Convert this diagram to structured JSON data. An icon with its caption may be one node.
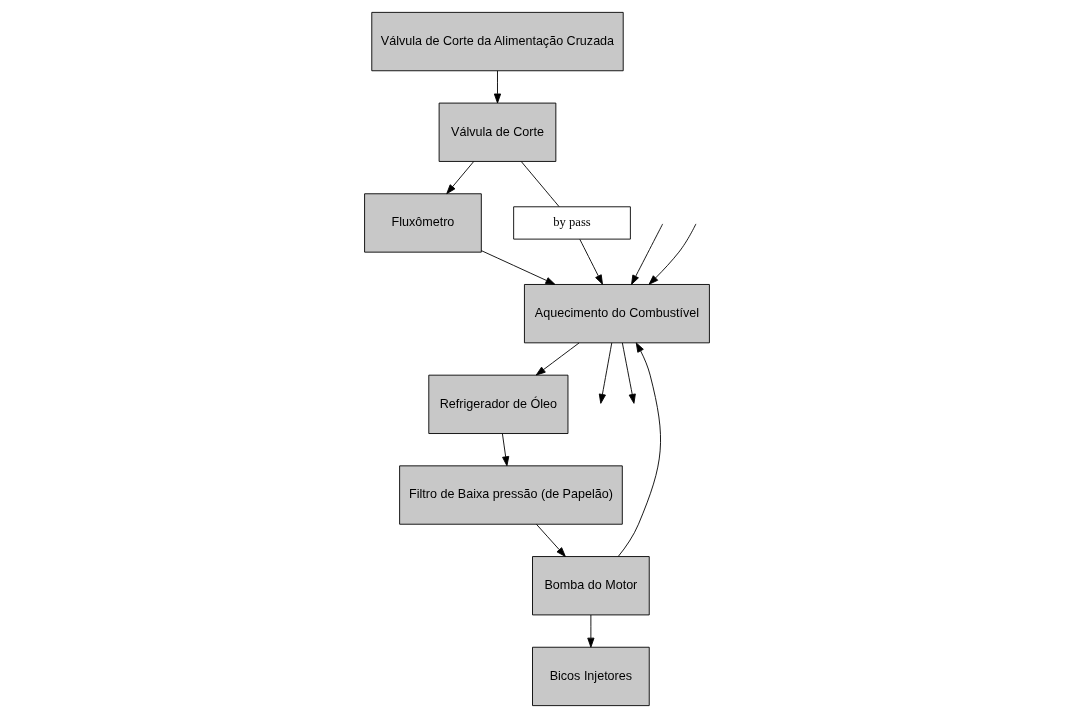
{
  "diagram": {
    "nodes": [
      {
        "text": [
          "Válvula de Corte da Alimentação Cruzada"
        ]
      },
      {
        "text": [
          "Aquecimento do Combustível"
        ]
      },
      {
        "text": [
          "Fluxômetro"
        ]
      },
      {
        "text": [
          "Válvula de Corte"
        ]
      },
      {
        "text": [
          "Refrigerador de Óleo"
        ]
      },
      {
        "text": [
          "by pass"
        ]
      },
      {
        "text": [
          "Filtro de Baixa pressão (de Papelão)"
        ]
      },
      {
        "text": [
          "Bomba do Motor"
        ]
      },
      {
        "text": [
          "Bicos Injetores"
        ]
      }
    ],
    "edges": [
      {
        "from": 0,
        "to": 3,
        "arrow": "to"
      },
      {
        "from": 3,
        "to": 2,
        "arrow": "to"
      },
      {
        "from": 2,
        "to": 1,
        "arrow": "to"
      },
      {
        "from": 3,
        "to": 5,
        "arrow": "none"
      },
      {
        "from": 5,
        "to": 1,
        "arrow": "to"
      },
      {
        "from": 7,
        "to": 1,
        "arrow": "to"
      },
      {
        "from": null,
        "to": 1,
        "arrow": "to"
      },
      {
        "from": null,
        "to": 1,
        "arrow": "to"
      },
      {
        "from": 1,
        "to": null,
        "arrow": "to"
      },
      {
        "from": 1,
        "to": null,
        "arrow": "to"
      },
      {
        "from": 1,
        "to": 4,
        "arrow": "to"
      },
      {
        "from": 4,
        "to": 6,
        "arrow": "to"
      },
      {
        "from": 6,
        "to": 7,
        "arrow": "to"
      },
      {
        "from": 7,
        "to": 8,
        "arrow": "to"
      }
    ]
  }
}
